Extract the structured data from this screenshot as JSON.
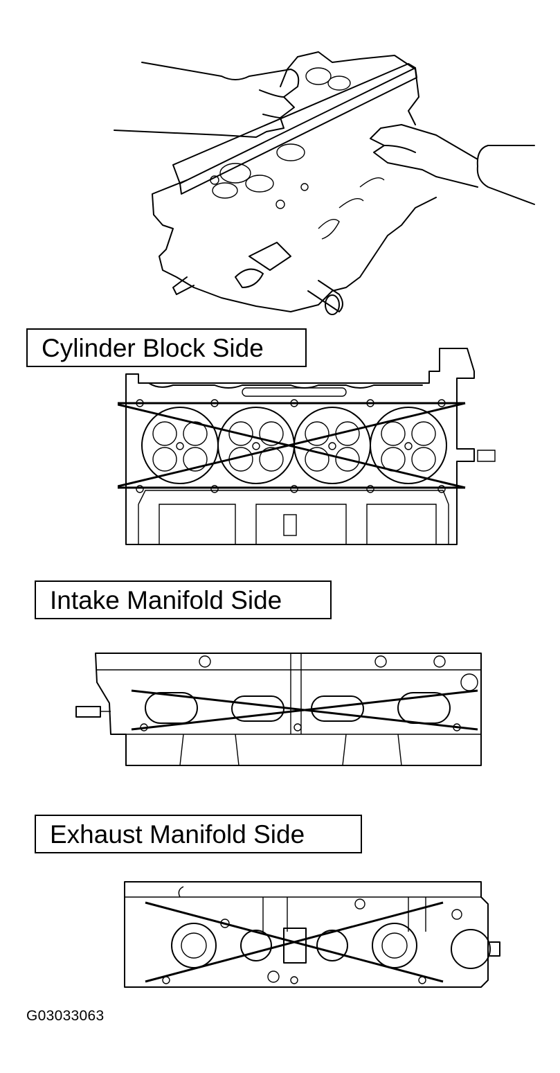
{
  "labels": {
    "cylinder_block_side": "Cylinder Block Side",
    "intake_manifold_side": "Intake Manifold Side",
    "exhaust_manifold_side": "Exhaust Manifold Side"
  },
  "figure_code": "G03033063"
}
